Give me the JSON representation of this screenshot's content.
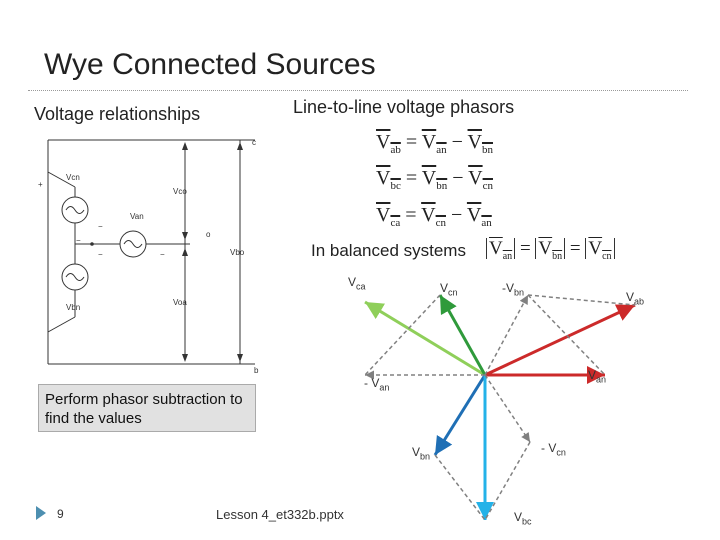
{
  "slide": {
    "title": "Wye Connected Sources",
    "left_subtitle": "Voltage relationships",
    "right_subtitle": "Line-to-line voltage phasors",
    "balanced_text": "In balanced systems",
    "note": "Perform phasor subtraction to find the values",
    "slide_number": "9",
    "footer": "Lesson 4_et332b.pptx"
  },
  "equations": [
    {
      "lhs": "V",
      "lhs_sub": "ab",
      "eq": "=",
      "t1": "V",
      "t1_sub": "an",
      "op": "−",
      "t2": "V",
      "t2_sub": "bn"
    },
    {
      "lhs": "V",
      "lhs_sub": "bc",
      "eq": "=",
      "t1": "V",
      "t1_sub": "bn",
      "op": "−",
      "t2": "V",
      "t2_sub": "cn"
    },
    {
      "lhs": "V",
      "lhs_sub": "ca",
      "eq": "=",
      "t1": "V",
      "t1_sub": "cn",
      "op": "−",
      "t2": "V",
      "t2_sub": "an"
    }
  ],
  "magnitude": {
    "a": "V",
    "a_sub": "an",
    "b": "V",
    "b_sub": "bn",
    "c": "V",
    "c_sub": "cn",
    "eq": "="
  },
  "circuit": {
    "labels": {
      "c": "c",
      "b": "b",
      "o": "o",
      "vcn": "Vcn",
      "van": "Van",
      "vbn": "Vbn",
      "vco": "Vco",
      "vbo": "Vbo",
      "voa": "Voa",
      "plus": "+",
      "minus": "−"
    },
    "colors": {
      "wire": "#333333"
    }
  },
  "phasors": {
    "labels": {
      "vca": {
        "base": "V",
        "sub": "ca"
      },
      "vcn": {
        "base": "V",
        "sub": "cn"
      },
      "neg_vbn": {
        "base": "-V",
        "sub": "bn"
      },
      "vab": {
        "base": "V",
        "sub": "ab"
      },
      "neg_van": {
        "base": "- V",
        "sub": "an"
      },
      "van": {
        "base": "V",
        "sub": "an"
      },
      "vbn": {
        "base": "V",
        "sub": "bn"
      },
      "neg_vcn": {
        "base": "- V",
        "sub": "cn"
      },
      "vbc": {
        "base": "V",
        "sub": "bc"
      }
    },
    "colors": {
      "van": "#cc2a2a",
      "vbn": "#1f6fb5",
      "vcn": "#2f9a3b",
      "vab": "#cc2a2a",
      "vbc": "#23b2e8",
      "vca": "#8fcf5a",
      "negative": "#808080"
    }
  },
  "colors": {
    "accent": "#4d8fb0",
    "note_bg": "#e1e1e1"
  }
}
